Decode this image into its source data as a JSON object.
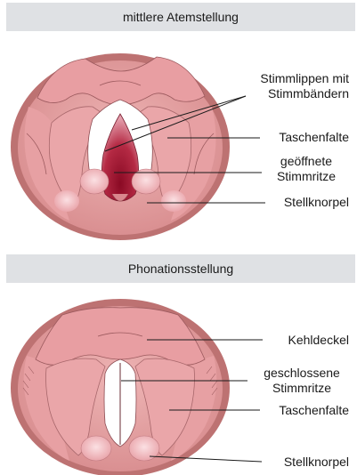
{
  "panels": [
    {
      "title": "mittlere Atemstellung",
      "labels": {
        "vocal_folds_line1": "Stimmlippen mit",
        "vocal_folds_line2": "Stimmbändern",
        "ventricular_fold": "Taschenfalte",
        "glottis_line1": "geöffnete",
        "glottis_line2": "Stimmritze",
        "arytenoid": "Stellknorpel"
      }
    },
    {
      "title": "Phonationsstellung",
      "labels": {
        "epiglottis": "Kehldeckel",
        "glottis_line1": "geschlossene",
        "glottis_line2": "Stimmritze",
        "ventricular_fold": "Taschenfalte",
        "arytenoid": "Stellknorpel"
      }
    }
  ]
}
